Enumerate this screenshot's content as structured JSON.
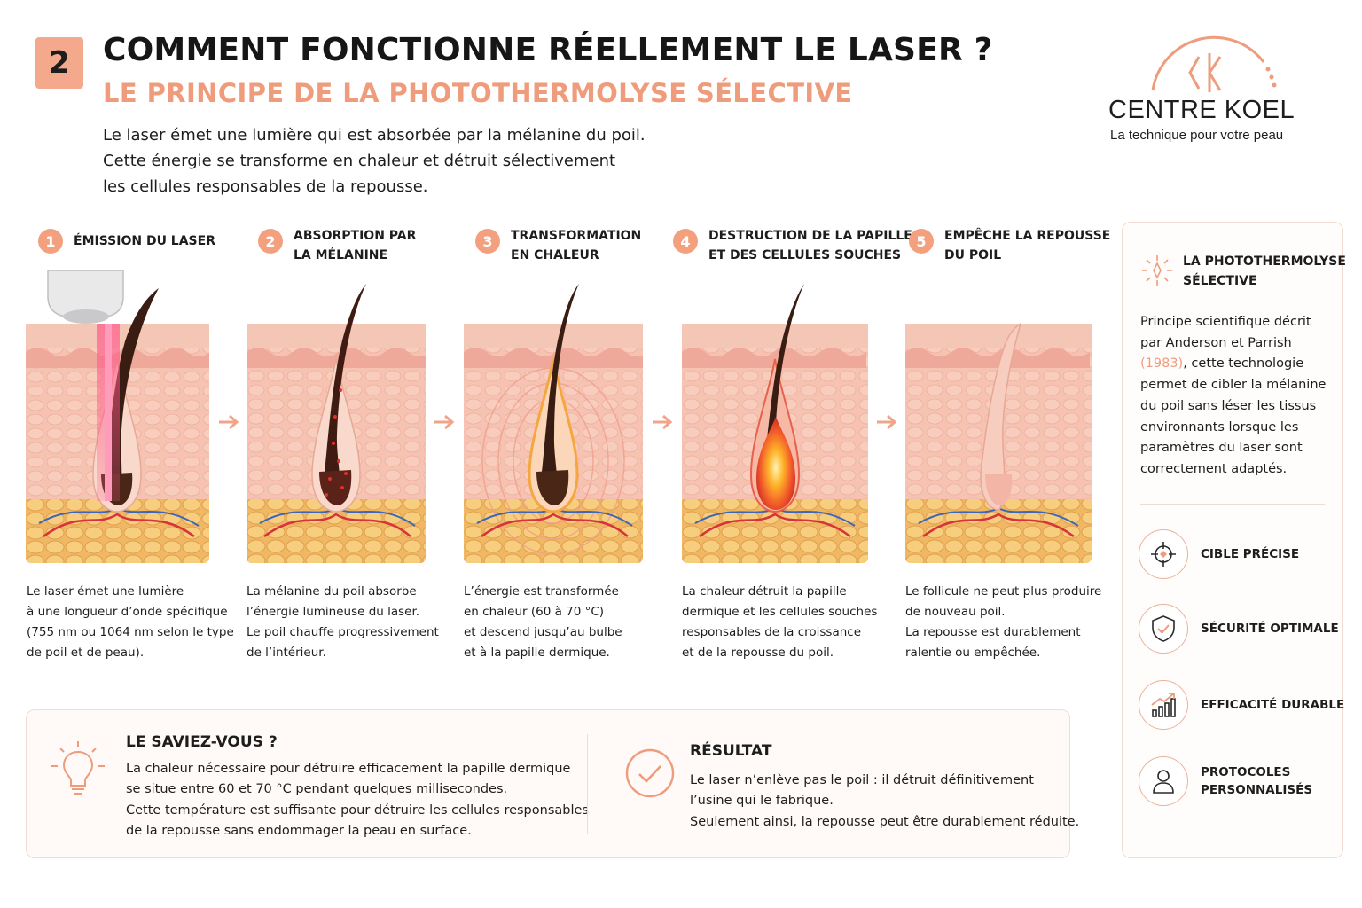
{
  "header": {
    "section_number": "2",
    "title": "COMMENT FONCTIONNE RÉELLEMENT LE LASER ?",
    "subtitle": "LE PRINCIPE DE LA PHOTOTHERMOLYSE SÉLECTIVE",
    "intro": [
      "Le laser émet une lumière qui est absorbée par la mélanine du poil.",
      "Cette énergie se transforme en chaleur et détruit sélectivement",
      "les cellules responsables de la repousse."
    ]
  },
  "logo": {
    "name": "CENTRE KOEL",
    "tagline": "La technique pour votre peau",
    "monogram": "CK"
  },
  "steps": [
    {
      "number": "1",
      "title": [
        "ÉMISSION DU LASER"
      ],
      "description": [
        "Le laser émet une lumière",
        "à une longueur d’onde spécifique",
        "(755 nm ou 1064 nm selon le type",
        "de poil et de peau)."
      ]
    },
    {
      "number": "2",
      "title": [
        "ABSORPTION PAR",
        "LA MÉLANINE"
      ],
      "description": [
        "La mélanine du poil absorbe",
        "l’énergie lumineuse du laser.",
        "Le poil chauffe progressivement",
        "de l’intérieur."
      ]
    },
    {
      "number": "3",
      "title": [
        "TRANSFORMATION",
        "EN CHALEUR"
      ],
      "description": [
        "L’énergie est transformée",
        "en chaleur (60 à 70 °C)",
        "et descend jusqu’au bulbe",
        "et à la papille dermique."
      ]
    },
    {
      "number": "4",
      "title": [
        "DESTRUCTION DE LA PAPILLE",
        "ET DES CELLULES SOUCHES"
      ],
      "description": [
        "La chaleur détruit la papille",
        "dermique et les cellules souches",
        "responsables de la croissance",
        "et de la repousse du poil."
      ]
    },
    {
      "number": "5",
      "title": [
        "EMPÊCHE LA REPOUSSE",
        "DU POIL"
      ],
      "description": [
        "Le follicule ne peut plus produire",
        "de nouveau poil.",
        "La repousse est durablement",
        "ralentie ou empêchée."
      ]
    }
  ],
  "sidebar": {
    "title": [
      "LA PHOTOTHERMOLYSE",
      "SÉLECTIVE"
    ],
    "text_before": [
      "Principe scientifique décrit",
      "par Anderson et Parrish"
    ],
    "year": "(1983)",
    "year_suffix": ", cette technologie",
    "text_after": [
      "permet de cibler la mélanine",
      "du poil sans léser les tissus",
      "environnants lorsque les",
      "paramètres du laser sont",
      "correctement adaptés."
    ],
    "features": [
      {
        "icon": "target-icon",
        "label": [
          "CIBLE PRÉCISE"
        ]
      },
      {
        "icon": "shield-check-icon",
        "label": [
          "SÉCURITÉ OPTIMALE"
        ]
      },
      {
        "icon": "growth-chart-icon",
        "label": [
          "EFFICACITÉ DURABLE"
        ]
      },
      {
        "icon": "user-icon",
        "label": [
          "PROTOCOLES",
          "PERSONNALISÉS"
        ]
      }
    ]
  },
  "did_you_know": {
    "title": "LE SAVIEZ-VOUS ?",
    "text": [
      "La chaleur nécessaire pour détruire efficacement la papille dermique",
      "se situe entre 60 et 70 °C pendant quelques millisecondes.",
      "Cette température est suffisante pour détruire les cellules responsables",
      "de la repousse sans endommager la peau en surface."
    ]
  },
  "result": {
    "title": "RÉSULTAT",
    "text": [
      "Le laser n’enlève pas le poil : il détruit définitivement",
      "l’usine qui le fabrique.",
      "Seulement ainsi, la repousse peut être durablement réduite."
    ]
  },
  "colors": {
    "accent": "#ee9c7c",
    "badge": "#f4a98c",
    "skin": "#f6c9b8",
    "hair": "#3a1d12",
    "text": "#1d1d1d"
  }
}
